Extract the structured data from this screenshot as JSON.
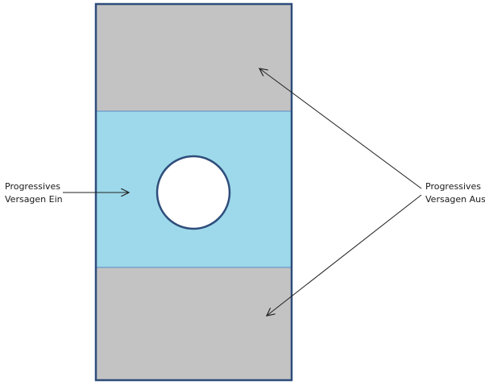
{
  "labels": {
    "left": {
      "line1": "Progressives",
      "line2": "Versagen Ein"
    },
    "right": {
      "line1": "Progressives",
      "line2": "Versagen Aus"
    }
  },
  "colors": {
    "outer_zone_fill": "#c3c3c3",
    "inner_zone_fill": "#9dd9ea",
    "border": "#2e4d7b",
    "zone_divider": "#5b8ac5",
    "hole_fill": "#ffffff",
    "arrow": "#222222"
  }
}
